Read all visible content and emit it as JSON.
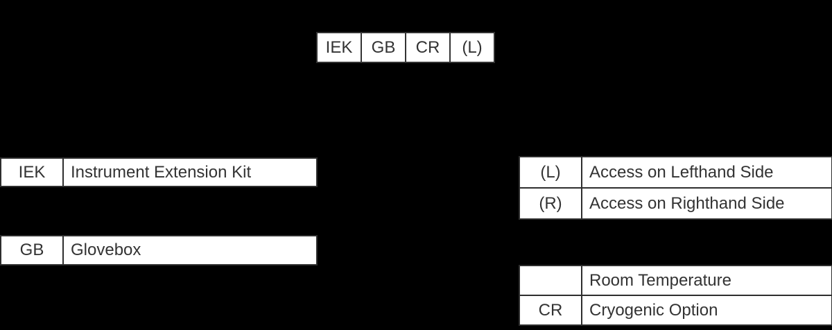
{
  "code_strip": {
    "cells": [
      "IEK",
      "GB",
      "CR",
      "(L)"
    ]
  },
  "legend": {
    "iek": {
      "key": "IEK",
      "value": "Instrument Extension Kit"
    },
    "gb": {
      "key": "GB",
      "value": "Glovebox"
    },
    "access": {
      "rows": [
        {
          "key": "(L)",
          "value": "Access on Lefthand Side"
        },
        {
          "key": "(R)",
          "value": "Access on Righthand Side"
        }
      ]
    },
    "temperature": {
      "rows": [
        {
          "key": "",
          "value": "Room Temperature"
        },
        {
          "key": "CR",
          "value": "Cryogenic Option"
        }
      ]
    }
  },
  "colors": {
    "background": "#000000",
    "cell_fill": "#ffffff",
    "border": "#2e2e2e",
    "text": "#333333"
  }
}
